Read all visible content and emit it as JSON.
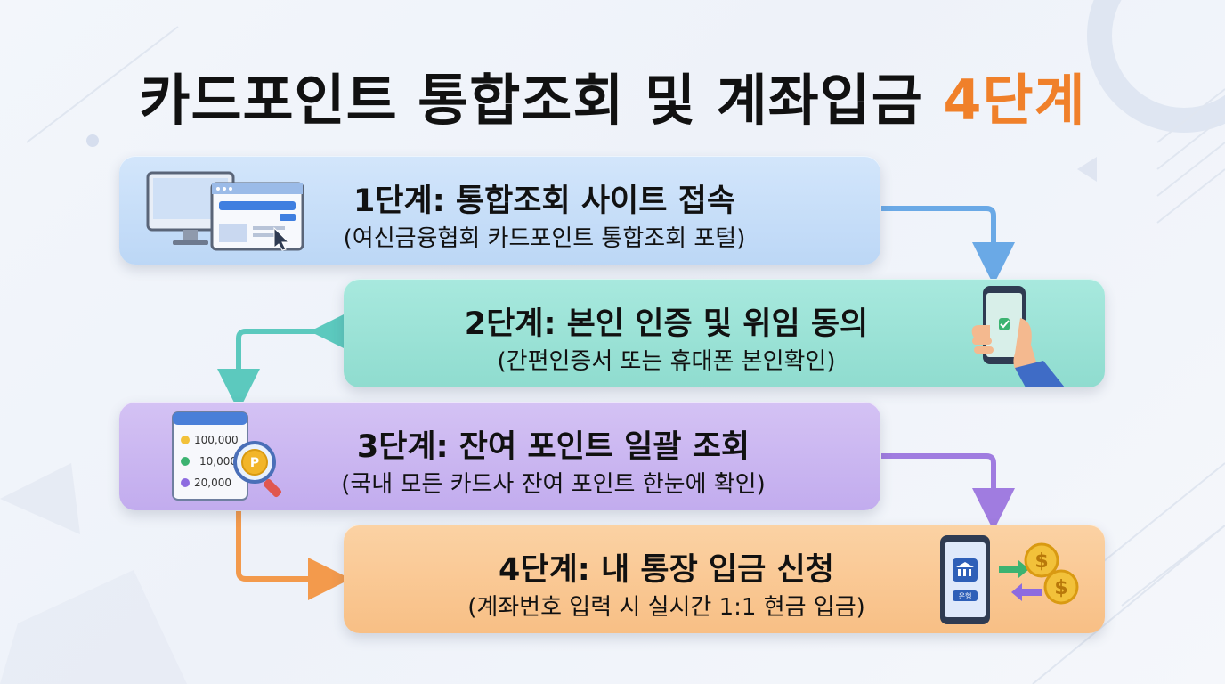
{
  "title": {
    "main": "카드포인트 통합조회 및 계좌입금 ",
    "accent": "4단계"
  },
  "steps": [
    {
      "heading": "1단계: 통합조회 사이트 접속",
      "detail": "(여신금융협회 카드포인트 통합조회 포털)"
    },
    {
      "heading": "2단계: 본인 인증 및 위임 동의",
      "detail": "(간편인증서 또는 휴대폰 본인확인)"
    },
    {
      "heading": "3단계: 잔여 포인트 일괄 조회",
      "detail": "(국내 모든 카드사 잔여 포인트 한눈에 확인)"
    },
    {
      "heading": "4단계: 내 통장 입금 신청",
      "detail": "(계좌번호 입력 시 실시간 1:1 현금 입금)"
    }
  ],
  "icons": {
    "step1": "computer-browser-icon",
    "step2": "smartphone-auth-icon",
    "step3": "point-list-magnifier-icon",
    "step4": "bank-transfer-coins-icon"
  },
  "point_list": [
    "100,000",
    "10,000",
    "20,000"
  ],
  "bank_label": "은행",
  "coin_symbol": "$",
  "point_symbol": "P",
  "colors": {
    "accent": "#f0802a",
    "arrow1": "#6aa9e6",
    "arrow2": "#5cc9be",
    "arrow3": "#a07ce0",
    "arrow4": "#f39a4c"
  }
}
